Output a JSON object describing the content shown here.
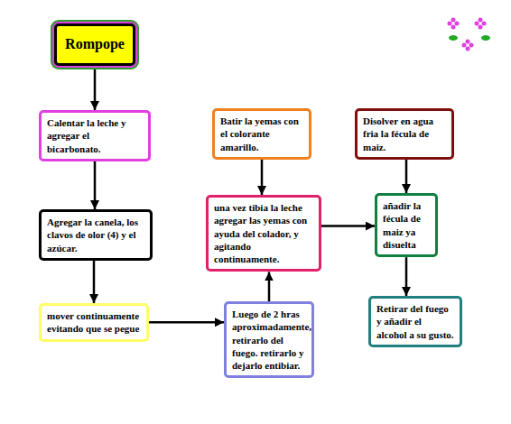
{
  "diagram": {
    "nodes": [
      {
        "text": [
          "Rompope"
        ]
      },
      {
        "text": [
          "Calentar la leche y agregar el bicarbonato."
        ]
      },
      {
        "text": [
          "Agregar la canela, los clavos de olor (4) y el azúcar."
        ]
      },
      {
        "text": [
          "mover continuamente evitando que se pegue"
        ]
      },
      {
        "text": [
          "Batir la yemas con el colorante amarillo."
        ]
      },
      {
        "text": [
          "una vez tibia la leche agregar las yemas con ayuda del colador, y agitando continuamente."
        ]
      },
      {
        "text": [
          "Luego de 2 hras aproximadamente, retirarlo del fuego. retirarlo y dejarlo entibiar."
        ]
      },
      {
        "text": [
          "Disolver en agua fria la fécula de maiz."
        ]
      },
      {
        "text": [
          "añadir la fécula de maiz ya disuelta"
        ]
      },
      {
        "text": [
          "Retirar del fuego y añadir el alcohol a su gusto."
        ]
      }
    ],
    "edges": [
      {
        "from": 0,
        "to": 1,
        "arrow": "to"
      },
      {
        "from": 1,
        "to": 2,
        "arrow": "to"
      },
      {
        "from": 2,
        "to": 3,
        "arrow": "to"
      },
      {
        "from": 3,
        "to": 6,
        "arrow": "to"
      },
      {
        "from": 6,
        "to": 5,
        "arrow": "to"
      },
      {
        "from": 4,
        "to": 5,
        "arrow": "to"
      },
      {
        "from": 5,
        "to": 8,
        "arrow": "to"
      },
      {
        "from": 7,
        "to": 8,
        "arrow": "to"
      },
      {
        "from": 8,
        "to": 9,
        "arrow": "to"
      }
    ]
  }
}
